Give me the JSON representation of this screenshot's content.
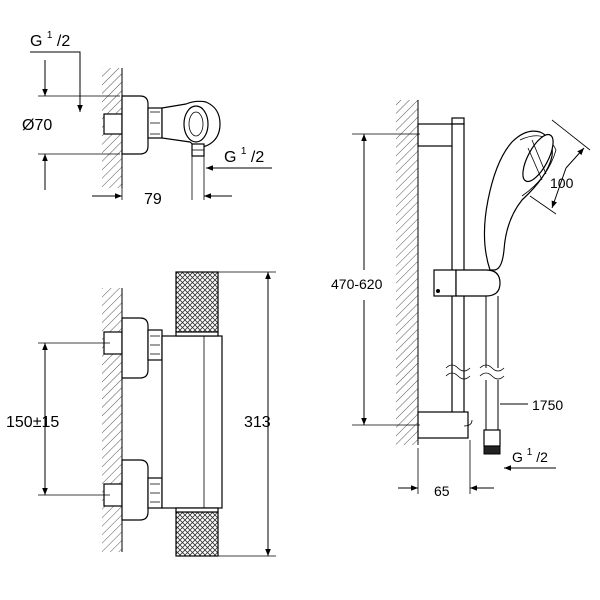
{
  "labels": {
    "inlet_thread": {
      "main": "G",
      "sup": "1",
      "sub": "/2"
    },
    "diameter": "Ø70",
    "outlet_thread": {
      "main": "G",
      "sup": "1",
      "sub": "/2"
    },
    "projection": "79",
    "centres": "150±15",
    "height": "313",
    "rail_range": "470-620",
    "head_size": "100",
    "hose_length": "1750",
    "hose_thread": {
      "main": "G",
      "sup": "1",
      "sub": "/2"
    },
    "rail_offset": "65"
  }
}
